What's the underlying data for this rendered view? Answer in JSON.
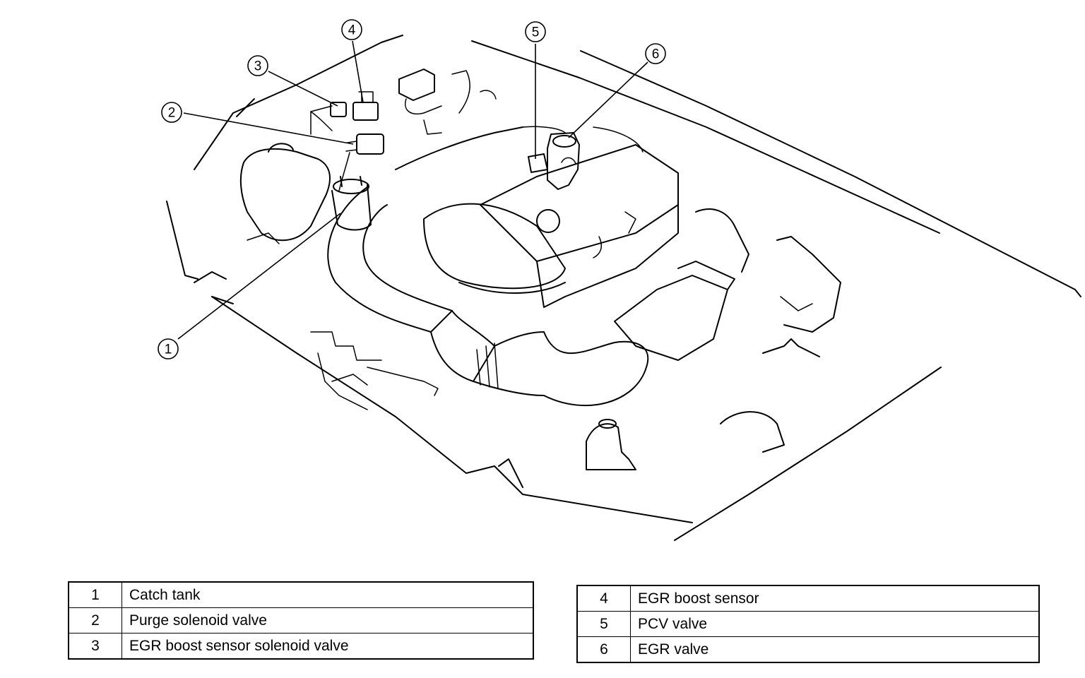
{
  "callouts": [
    {
      "number": "1",
      "label": "Catch tank"
    },
    {
      "number": "2",
      "label": "Purge solenoid valve"
    },
    {
      "number": "3",
      "label": "EGR boost sensor solenoid valve"
    },
    {
      "number": "4",
      "label": "EGR boost sensor"
    },
    {
      "number": "5",
      "label": "PCV valve"
    },
    {
      "number": "6",
      "label": "EGR valve"
    }
  ],
  "legend_left": [
    {
      "number": "1",
      "label": "Catch tank"
    },
    {
      "number": "2",
      "label": "Purge solenoid valve"
    },
    {
      "number": "3",
      "label": "EGR boost sensor solenoid valve"
    }
  ],
  "legend_right": [
    {
      "number": "4",
      "label": "EGR boost sensor"
    },
    {
      "number": "5",
      "label": "PCV valve"
    },
    {
      "number": "6",
      "label": "EGR valve"
    }
  ]
}
